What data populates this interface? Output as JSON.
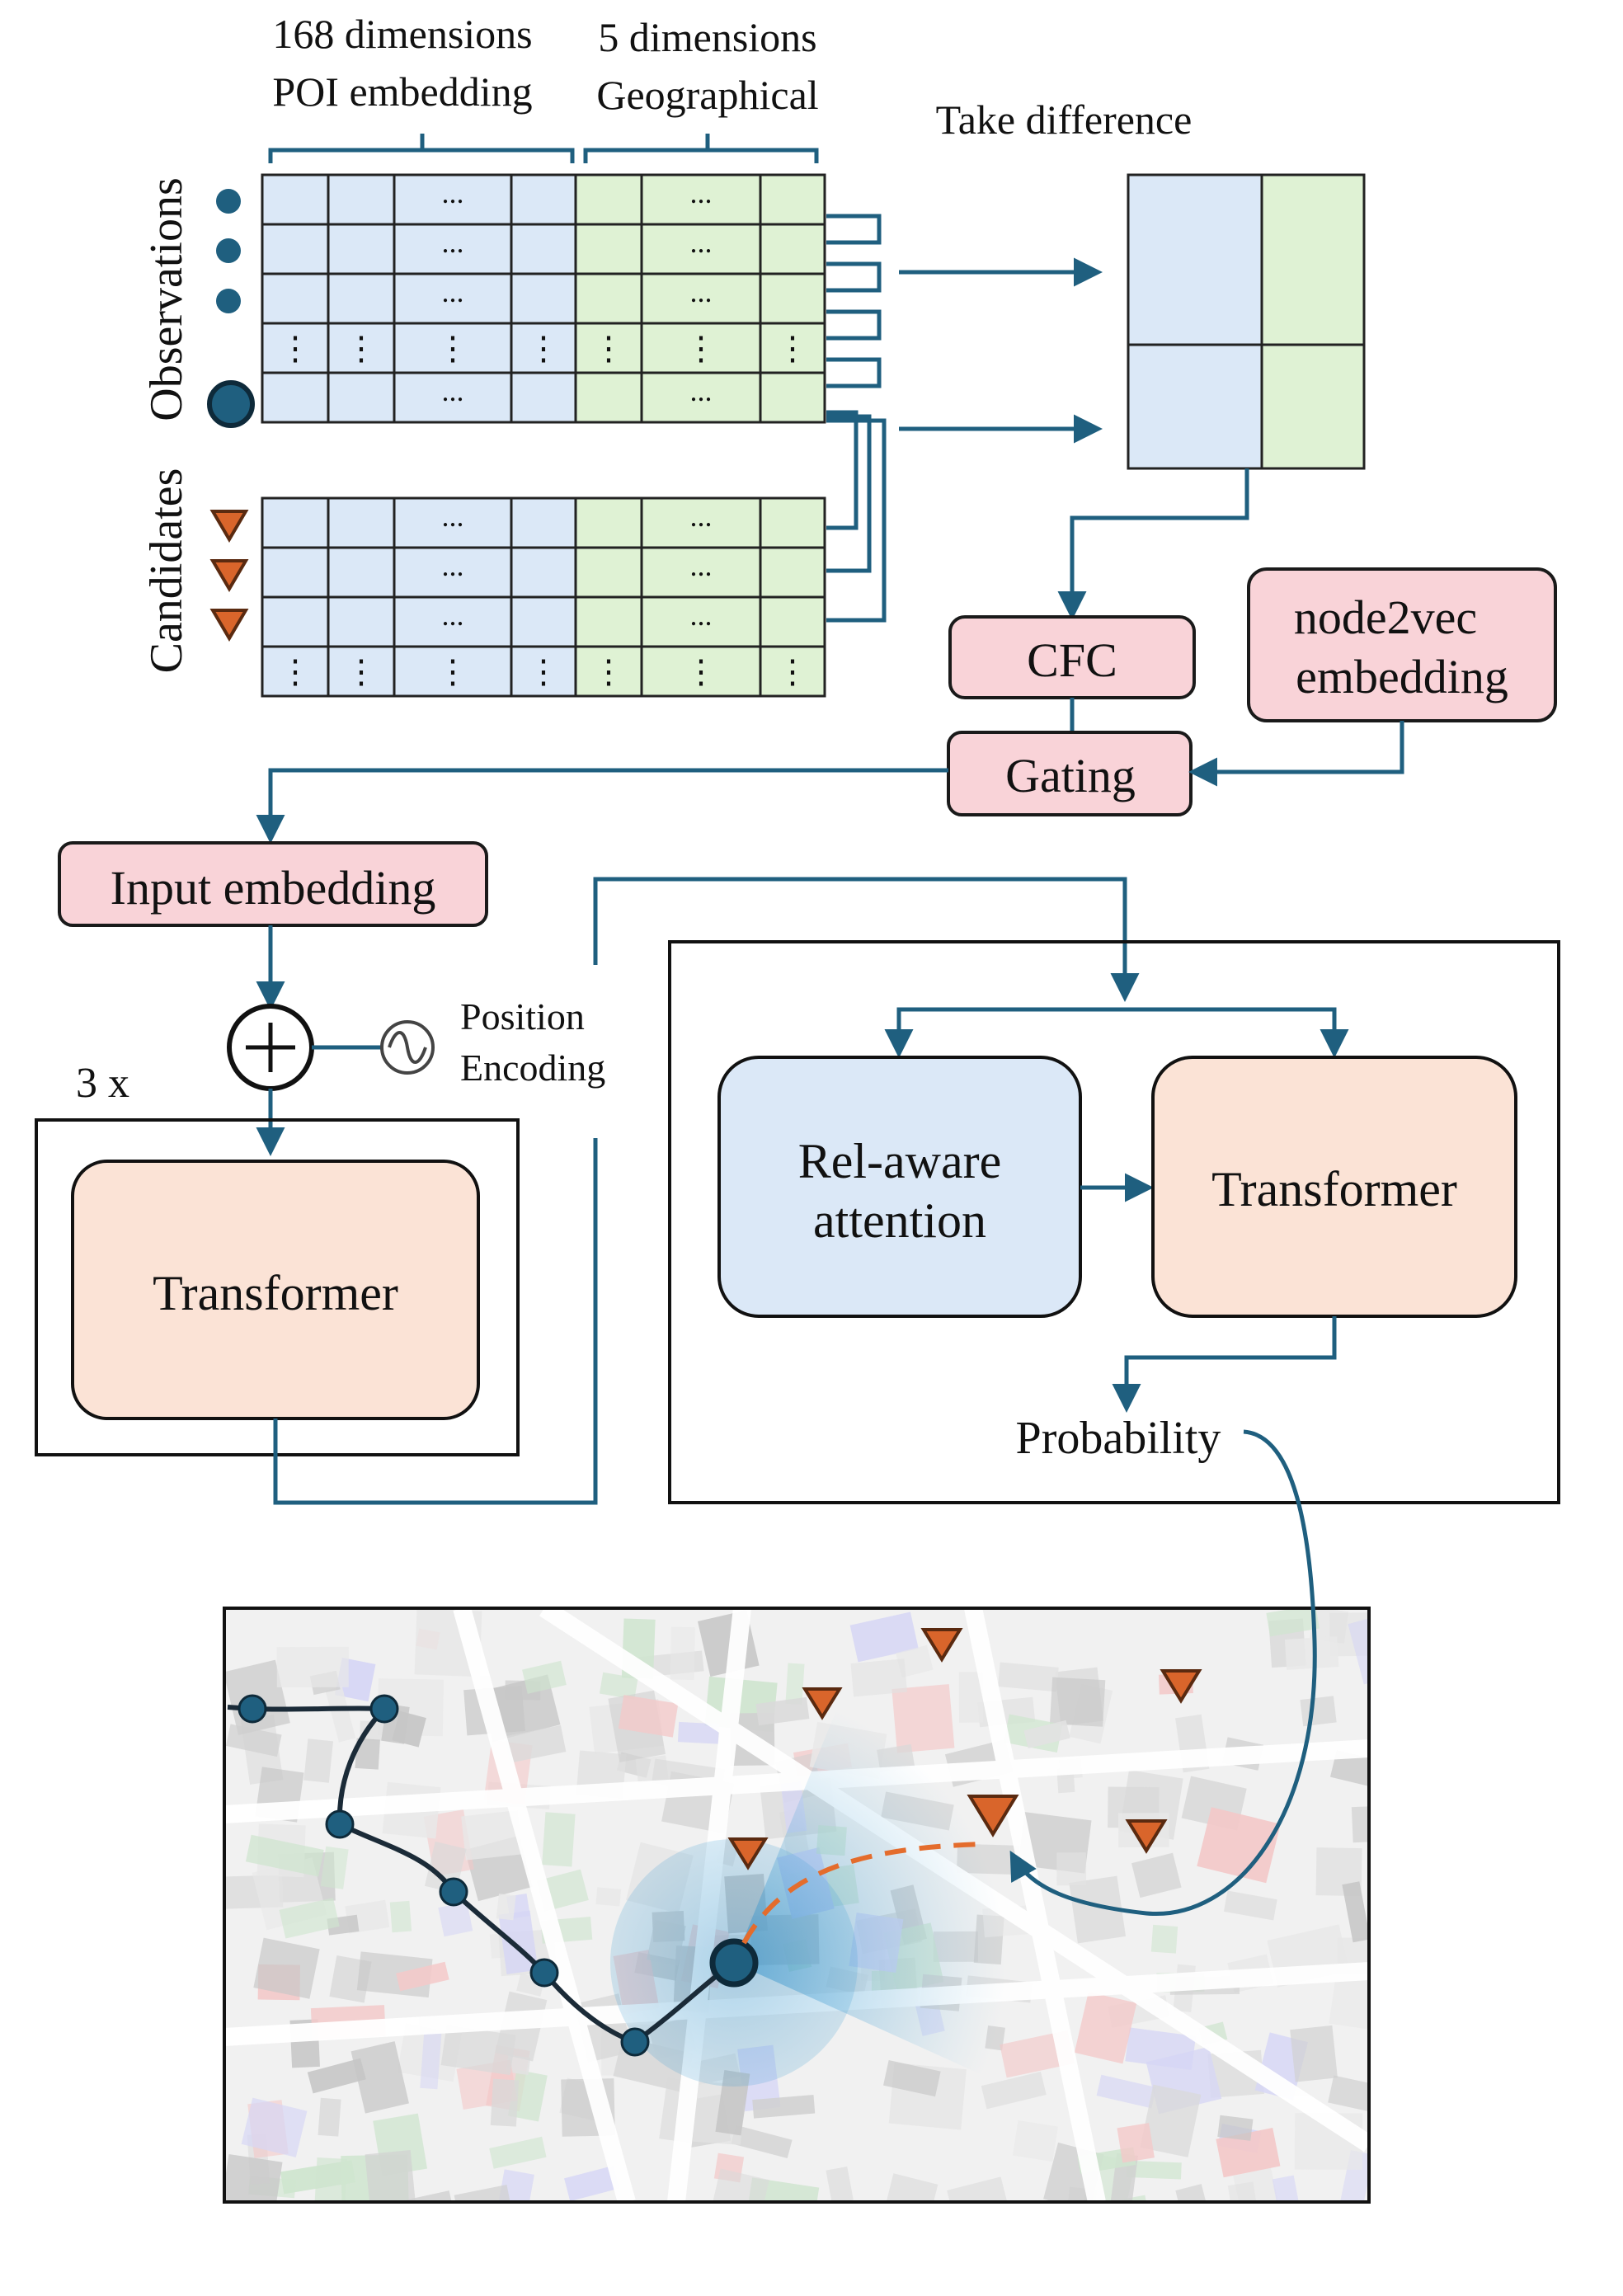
{
  "labels": {
    "poi_dims": "168 dimensions",
    "poi_name": "POI embedding",
    "geo_dims": "5 dimensions",
    "geo_name": "Geographical",
    "observations": "Observations",
    "candidates": "Candidates",
    "take_difference": "Take difference",
    "cfc": "CFC",
    "node2vec_line1": "node2vec",
    "node2vec_line2": "embedding",
    "gating": "Gating",
    "input_embedding": "Input embedding",
    "repeat": "3 x",
    "position_line1": "Position",
    "position_line2": "Encoding",
    "transformer_left": "Transformer",
    "relaware_line1": "Rel-aware",
    "relaware_line2": "attention",
    "transformer_right": "Transformer",
    "probability": "Probability",
    "ellipsis": "...",
    "vellipsis": "⋮"
  },
  "colors": {
    "blue_cell": "#dbe8f7",
    "green_cell": "#dff2d4",
    "pink_box": "#f9d3d8",
    "peach_box": "#fbe3d6",
    "blue_box": "#dbe8f7",
    "arrow": "#1f5f7f",
    "dot": "#1f5f7f",
    "triangle": "#d9652b",
    "map_path": "#1b2b38",
    "dashed": "#e46c2c"
  }
}
